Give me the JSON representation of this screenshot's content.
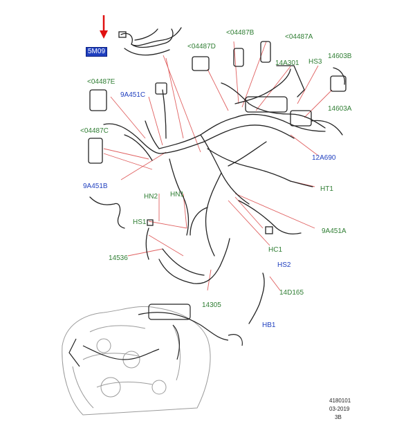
{
  "labels": {
    "l_5m09": "5M09",
    "l_04487b": "<04487B",
    "l_04487a": "<04487A",
    "l_04487d": "<04487D",
    "l_14a301": "14A301",
    "l_hs3": "HS3",
    "l_14603b": "14603B",
    "l_14603a": "14603A",
    "l_04487e": "<04487E",
    "l_9a451c": "9A451C",
    "l_04487c": "<04487C",
    "l_12a690": "12A690",
    "l_9a451b": "9A451B",
    "l_hn2": "HN2",
    "l_hn1": "HN1",
    "l_ht1": "HT1",
    "l_hs1": "HS1",
    "l_9a451a": "9A451A",
    "l_hc1": "HC1",
    "l_14536": "14536",
    "l_hs2": "HS2",
    "l_14305": "14305",
    "l_14d165": "14D165",
    "l_hb1": "HB1"
  },
  "footer": {
    "ref": "4180101",
    "date": "03-2019",
    "rev": "3B"
  },
  "colors": {
    "green_label": "#2e7d32",
    "blue_label": "#1f3fbf",
    "leader_line": "#e06060",
    "arrow": "#e01010"
  }
}
